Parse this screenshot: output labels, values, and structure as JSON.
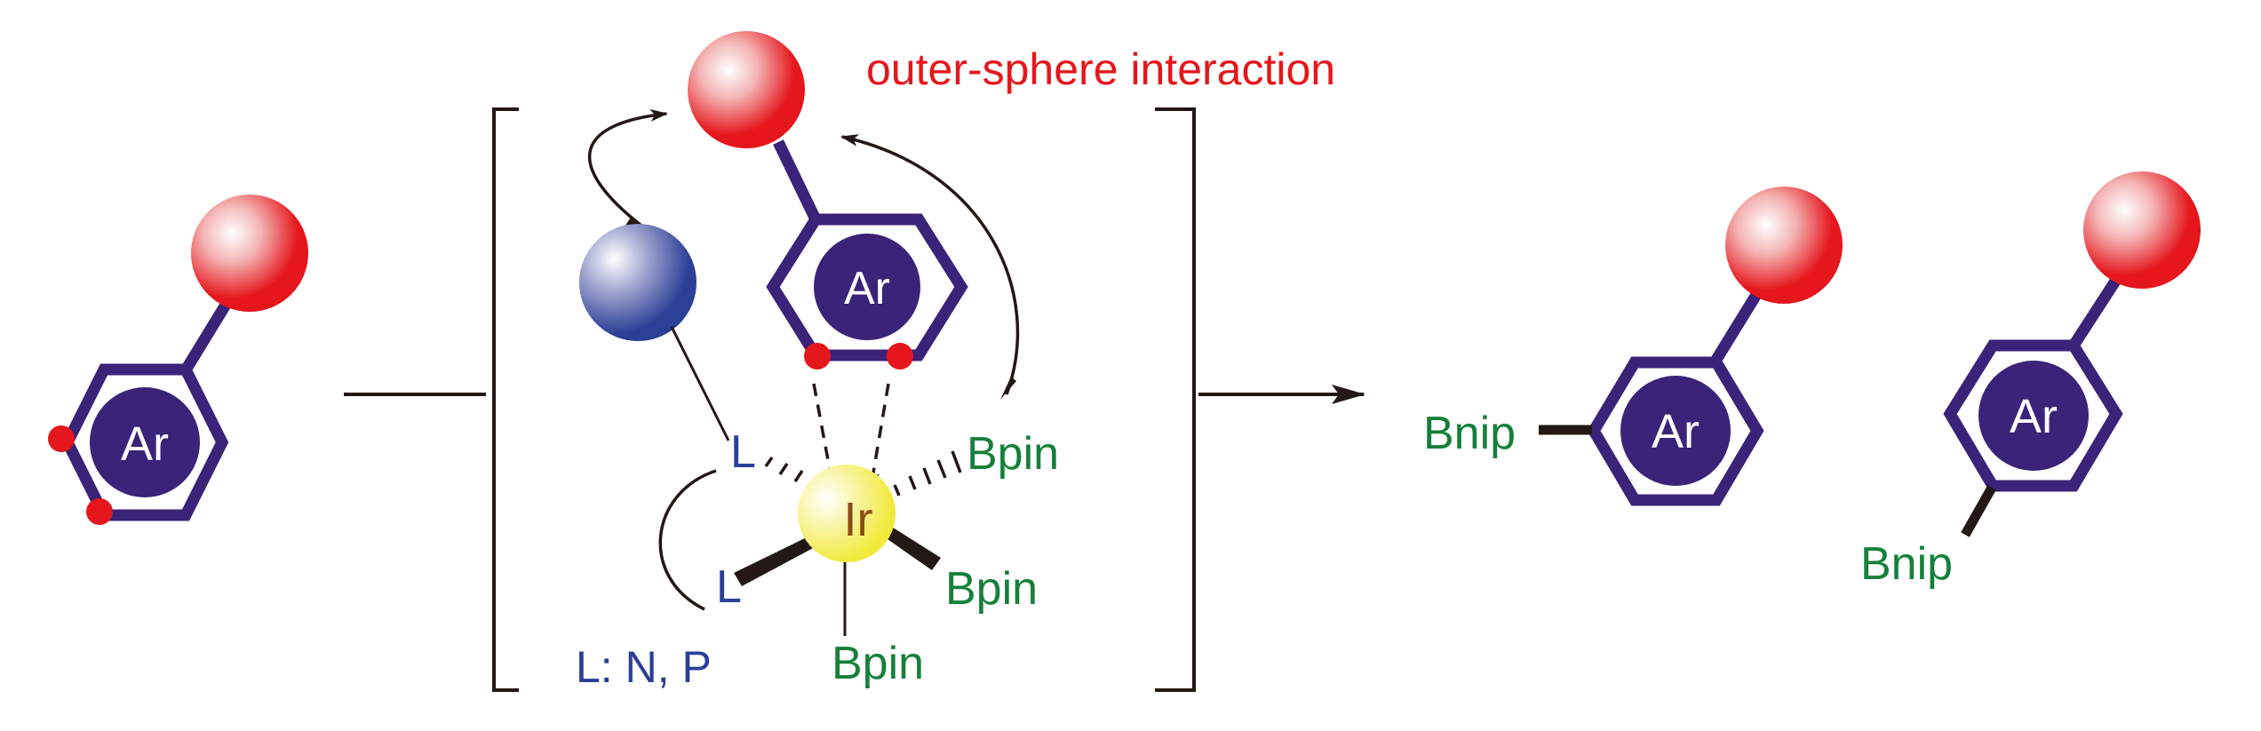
{
  "title": "outer-sphere interaction",
  "colors": {
    "ring": "#3b2379",
    "substituent_ball": "#e5161c",
    "ligand_ball": "#2b3f96",
    "iridium_ball": "#f1ea3a",
    "ortho_dot": "#e5161c",
    "boron_text": "#16803a",
    "ligand_text": "#2b3f96",
    "title_text": "#e5161c",
    "iridium_text": "#8a4b16",
    "line": "#231815"
  },
  "substrate": {
    "ring_label": "Ar"
  },
  "transition_state": {
    "ring_label": "Ar",
    "metal_label": "Ir",
    "ligand_labels": [
      "L",
      "L"
    ],
    "boryl_labels": [
      "Bpin",
      "Bpin",
      "Bpin"
    ],
    "legend": "L: N, P"
  },
  "products": [
    {
      "ring_label": "Ar",
      "boryl_label": "Bnip",
      "position": "meta"
    },
    {
      "ring_label": "Ar",
      "boryl_label": "Bnip",
      "position": "para"
    }
  ]
}
